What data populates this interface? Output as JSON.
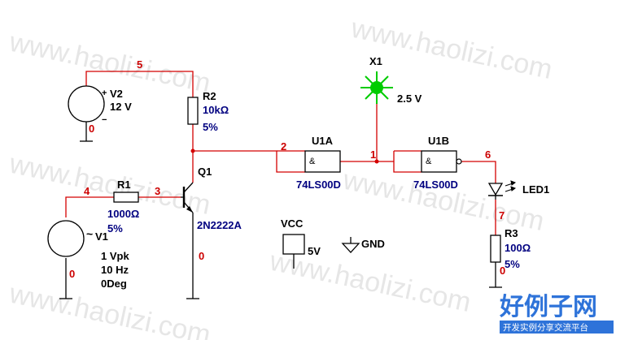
{
  "watermark": {
    "text": "www.haolizi.com",
    "logo_main": "好例子网",
    "logo_sub": "开发实例分享交流平台"
  },
  "colors": {
    "wire": "#d40000",
    "component": "#000000",
    "value_text": "#000080",
    "net_text": "#cc0000",
    "probe": "#00cc00"
  },
  "nets": {
    "n5": "5",
    "n2": "2",
    "n1": "1",
    "n6": "6",
    "n4": "4",
    "n3": "3",
    "n7": "7",
    "n0_v2": "0",
    "n0_v1": "0",
    "n0_q1": "0",
    "n0_r3": "0"
  },
  "components": {
    "v2": {
      "name": "V2",
      "value": "12 V",
      "plus": "+",
      "minus": "−"
    },
    "r2": {
      "name": "R2",
      "value": "10kΩ",
      "tol": "5%"
    },
    "q1": {
      "name": "Q1",
      "model": "2N2222A"
    },
    "r1": {
      "name": "R1",
      "value": "1000Ω",
      "tol": "5%"
    },
    "v1": {
      "name": "V1",
      "amp": "1 Vpk",
      "freq": "10 Hz",
      "phase": "0Deg",
      "tilde": "~"
    },
    "u1a": {
      "name": "U1A",
      "model": "74LS00D",
      "sym": "&"
    },
    "u1b": {
      "name": "U1B",
      "model": "74LS00D",
      "sym": "&"
    },
    "x1": {
      "name": "X1",
      "value": "2.5 V"
    },
    "led1": {
      "name": "LED1"
    },
    "r3": {
      "name": "R3",
      "value": "100Ω",
      "tol": "5%"
    },
    "vcc": {
      "name": "VCC",
      "value": "5V"
    },
    "gnd": {
      "name": "GND"
    }
  }
}
